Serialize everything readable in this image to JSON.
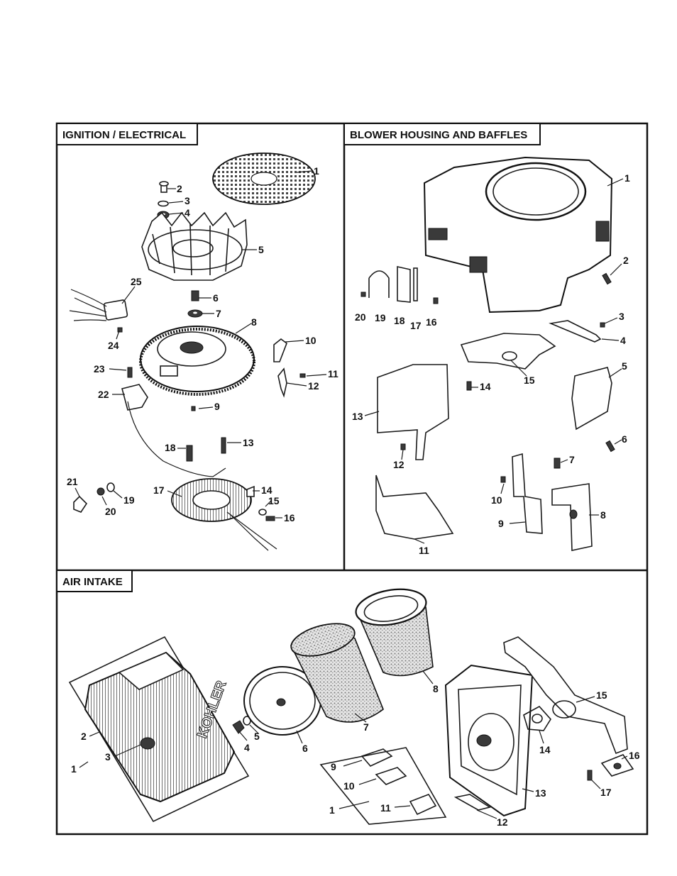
{
  "panels": {
    "ignition": {
      "title": "IGNITION / ELECTRICAL",
      "callouts": [
        "1",
        "2",
        "3",
        "4",
        "5",
        "6",
        "7",
        "8",
        "9",
        "10",
        "11",
        "12",
        "13",
        "14",
        "15",
        "16",
        "17",
        "18",
        "19",
        "20",
        "21",
        "22",
        "23",
        "24",
        "25"
      ]
    },
    "blower": {
      "title": "BLOWER HOUSING AND BAFFLES",
      "callouts": [
        "1",
        "2",
        "3",
        "4",
        "5",
        "6",
        "7",
        "8",
        "9",
        "10",
        "11",
        "12",
        "13",
        "14",
        "15",
        "16",
        "17",
        "18",
        "19",
        "20"
      ]
    },
    "air": {
      "title": "AIR INTAKE",
      "callouts": [
        "1",
        "2",
        "3",
        "4",
        "5",
        "6",
        "7",
        "8",
        "9",
        "10",
        "11",
        "12",
        "13",
        "14",
        "15",
        "16",
        "17",
        "1"
      ]
    }
  },
  "logo_text": "KOHLER"
}
